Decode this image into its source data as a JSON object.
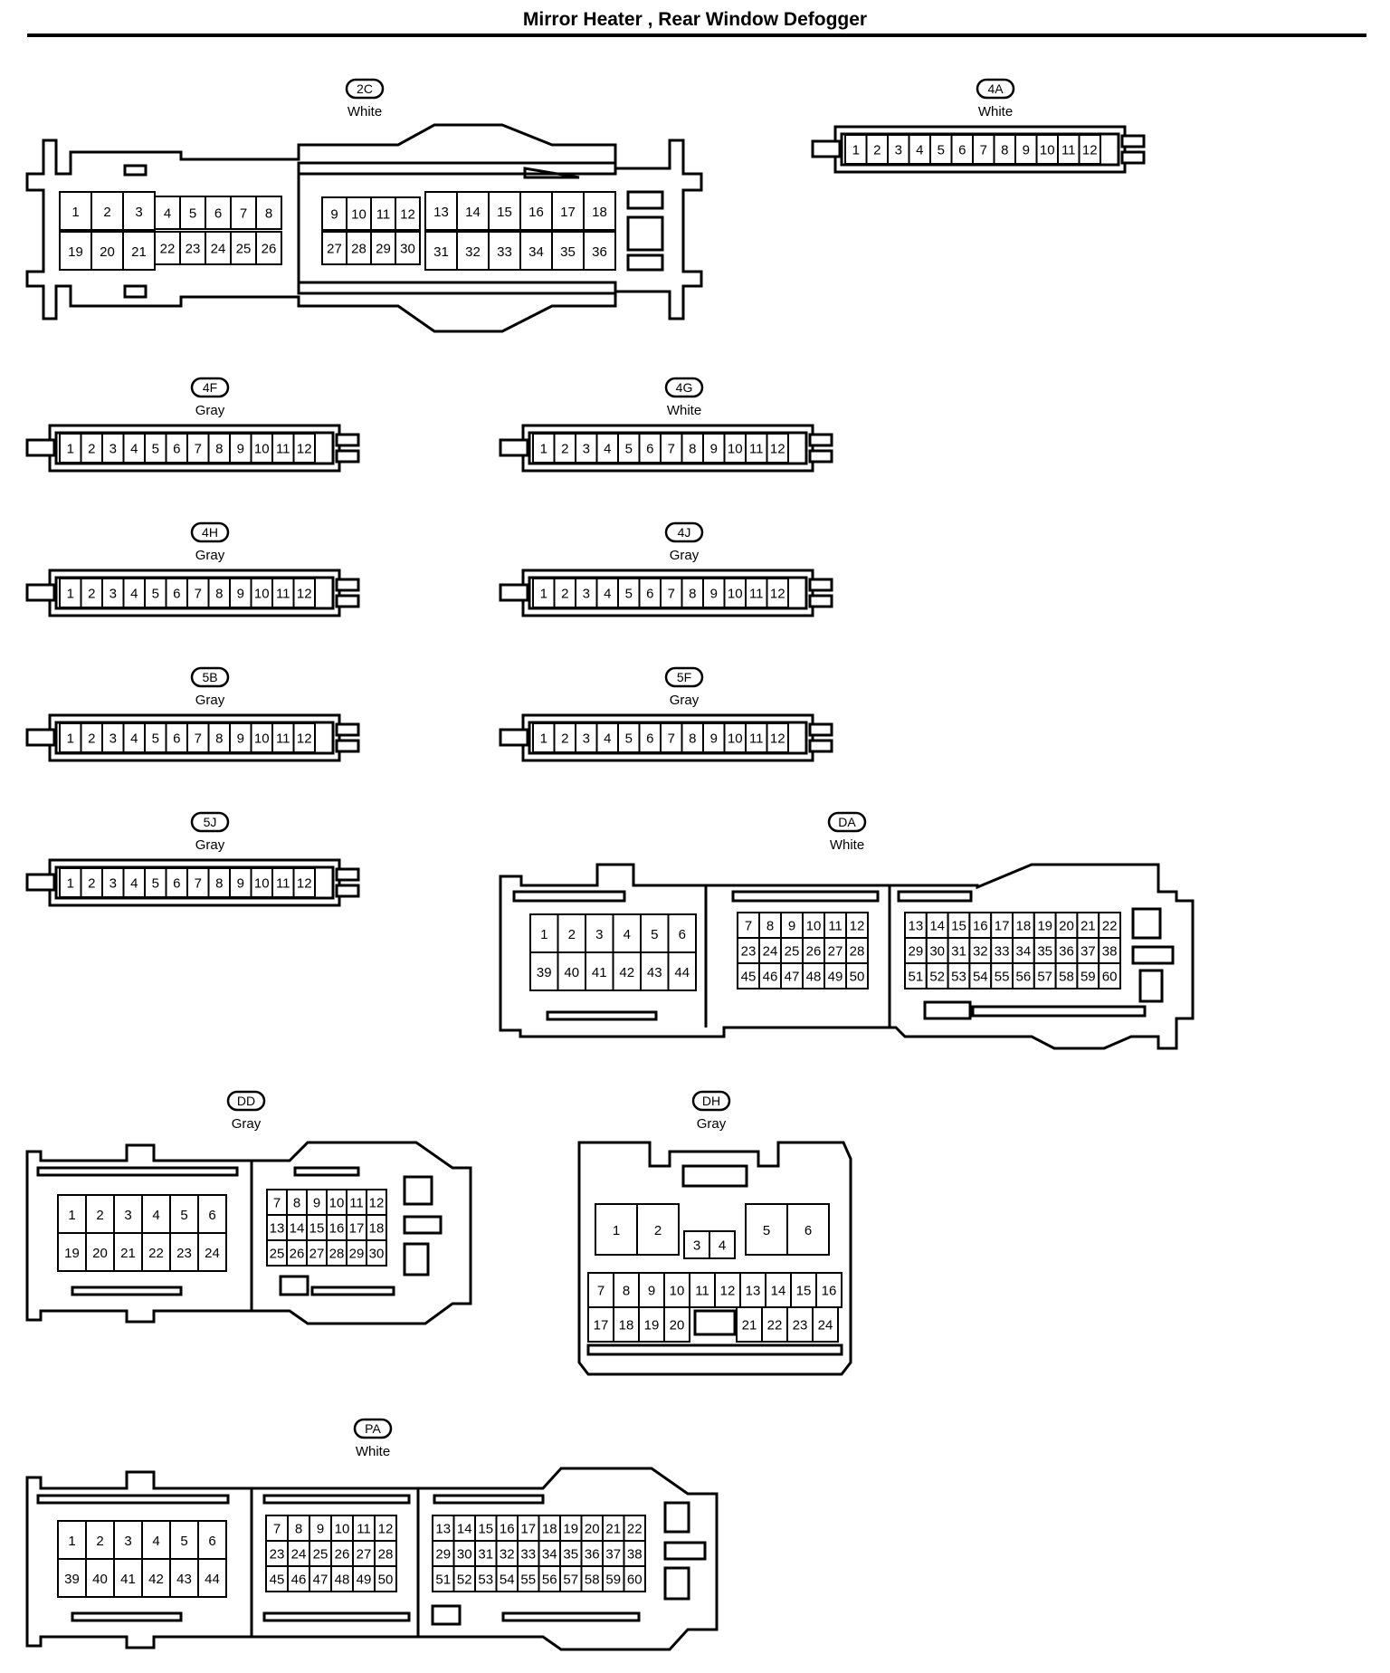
{
  "title": "Mirror Heater , Rear Window Defogger",
  "connectors": [
    {
      "id": "2C",
      "color": "White",
      "rows": [
        [
          "1",
          "2",
          "3",
          "4",
          "5",
          "6",
          "7",
          "8",
          "9",
          "10",
          "11",
          "12",
          "13",
          "14",
          "15",
          "16",
          "17",
          "18"
        ],
        [
          "19",
          "20",
          "21",
          "22",
          "23",
          "24",
          "25",
          "26",
          "27",
          "28",
          "29",
          "30",
          "31",
          "32",
          "33",
          "34",
          "35",
          "36"
        ]
      ]
    },
    {
      "id": "4A",
      "color": "White",
      "rows": [
        [
          "1",
          "2",
          "3",
          "4",
          "5",
          "6",
          "7",
          "8",
          "9",
          "10",
          "11",
          "12"
        ]
      ]
    },
    {
      "id": "4F",
      "color": "Gray",
      "rows": [
        [
          "1",
          "2",
          "3",
          "4",
          "5",
          "6",
          "7",
          "8",
          "9",
          "10",
          "11",
          "12"
        ]
      ]
    },
    {
      "id": "4G",
      "color": "White",
      "rows": [
        [
          "1",
          "2",
          "3",
          "4",
          "5",
          "6",
          "7",
          "8",
          "9",
          "10",
          "11",
          "12"
        ]
      ]
    },
    {
      "id": "4H",
      "color": "Gray",
      "rows": [
        [
          "1",
          "2",
          "3",
          "4",
          "5",
          "6",
          "7",
          "8",
          "9",
          "10",
          "11",
          "12"
        ]
      ]
    },
    {
      "id": "4J",
      "color": "Gray",
      "rows": [
        [
          "1",
          "2",
          "3",
          "4",
          "5",
          "6",
          "7",
          "8",
          "9",
          "10",
          "11",
          "12"
        ]
      ]
    },
    {
      "id": "5B",
      "color": "Gray",
      "rows": [
        [
          "1",
          "2",
          "3",
          "4",
          "5",
          "6",
          "7",
          "8",
          "9",
          "10",
          "11",
          "12"
        ]
      ]
    },
    {
      "id": "5F",
      "color": "Gray",
      "rows": [
        [
          "1",
          "2",
          "3",
          "4",
          "5",
          "6",
          "7",
          "8",
          "9",
          "10",
          "11",
          "12"
        ]
      ]
    },
    {
      "id": "5J",
      "color": "Gray",
      "rows": [
        [
          "1",
          "2",
          "3",
          "4",
          "5",
          "6",
          "7",
          "8",
          "9",
          "10",
          "11",
          "12"
        ]
      ]
    },
    {
      "id": "DA",
      "color": "White",
      "rows": [
        [
          "1",
          "2",
          "3",
          "4",
          "5",
          "6",
          "7",
          "8",
          "9",
          "10",
          "11",
          "12",
          "13",
          "14",
          "15",
          "16",
          "17",
          "18",
          "19",
          "20",
          "21",
          "22"
        ],
        [
          "39",
          "40",
          "41",
          "42",
          "43",
          "44",
          "23",
          "24",
          "25",
          "26",
          "27",
          "28",
          "29",
          "30",
          "31",
          "32",
          "33",
          "34",
          "35",
          "36",
          "37",
          "38"
        ],
        [
          "45",
          "46",
          "47",
          "48",
          "49",
          "50",
          "51",
          "52",
          "53",
          "54",
          "55",
          "56",
          "57",
          "58",
          "59",
          "60"
        ]
      ]
    },
    {
      "id": "DD",
      "color": "Gray",
      "rows": [
        [
          "1",
          "2",
          "3",
          "4",
          "5",
          "6",
          "7",
          "8",
          "9",
          "10",
          "11",
          "12"
        ],
        [
          "19",
          "20",
          "21",
          "22",
          "23",
          "24",
          "13",
          "14",
          "15",
          "16",
          "17",
          "18"
        ],
        [
          "25",
          "26",
          "27",
          "28",
          "29",
          "30"
        ]
      ]
    },
    {
      "id": "DH",
      "color": "Gray",
      "rows": [
        [
          "1",
          "2",
          "3",
          "4",
          "5",
          "6"
        ],
        [
          "7",
          "8",
          "9",
          "10",
          "11",
          "12",
          "13",
          "14",
          "15",
          "16"
        ],
        [
          "17",
          "18",
          "19",
          "20",
          "21",
          "22",
          "23",
          "24"
        ]
      ]
    },
    {
      "id": "PA",
      "color": "White",
      "rows": [
        [
          "1",
          "2",
          "3",
          "4",
          "5",
          "6",
          "7",
          "8",
          "9",
          "10",
          "11",
          "12",
          "13",
          "14",
          "15",
          "16",
          "17",
          "18",
          "19",
          "20",
          "21",
          "22"
        ],
        [
          "39",
          "40",
          "41",
          "42",
          "43",
          "44",
          "23",
          "24",
          "25",
          "26",
          "27",
          "28",
          "29",
          "30",
          "31",
          "32",
          "33",
          "34",
          "35",
          "36",
          "37",
          "38"
        ],
        [
          "45",
          "46",
          "47",
          "48",
          "49",
          "50",
          "51",
          "52",
          "53",
          "54",
          "55",
          "56",
          "57",
          "58",
          "59",
          "60"
        ]
      ]
    }
  ]
}
